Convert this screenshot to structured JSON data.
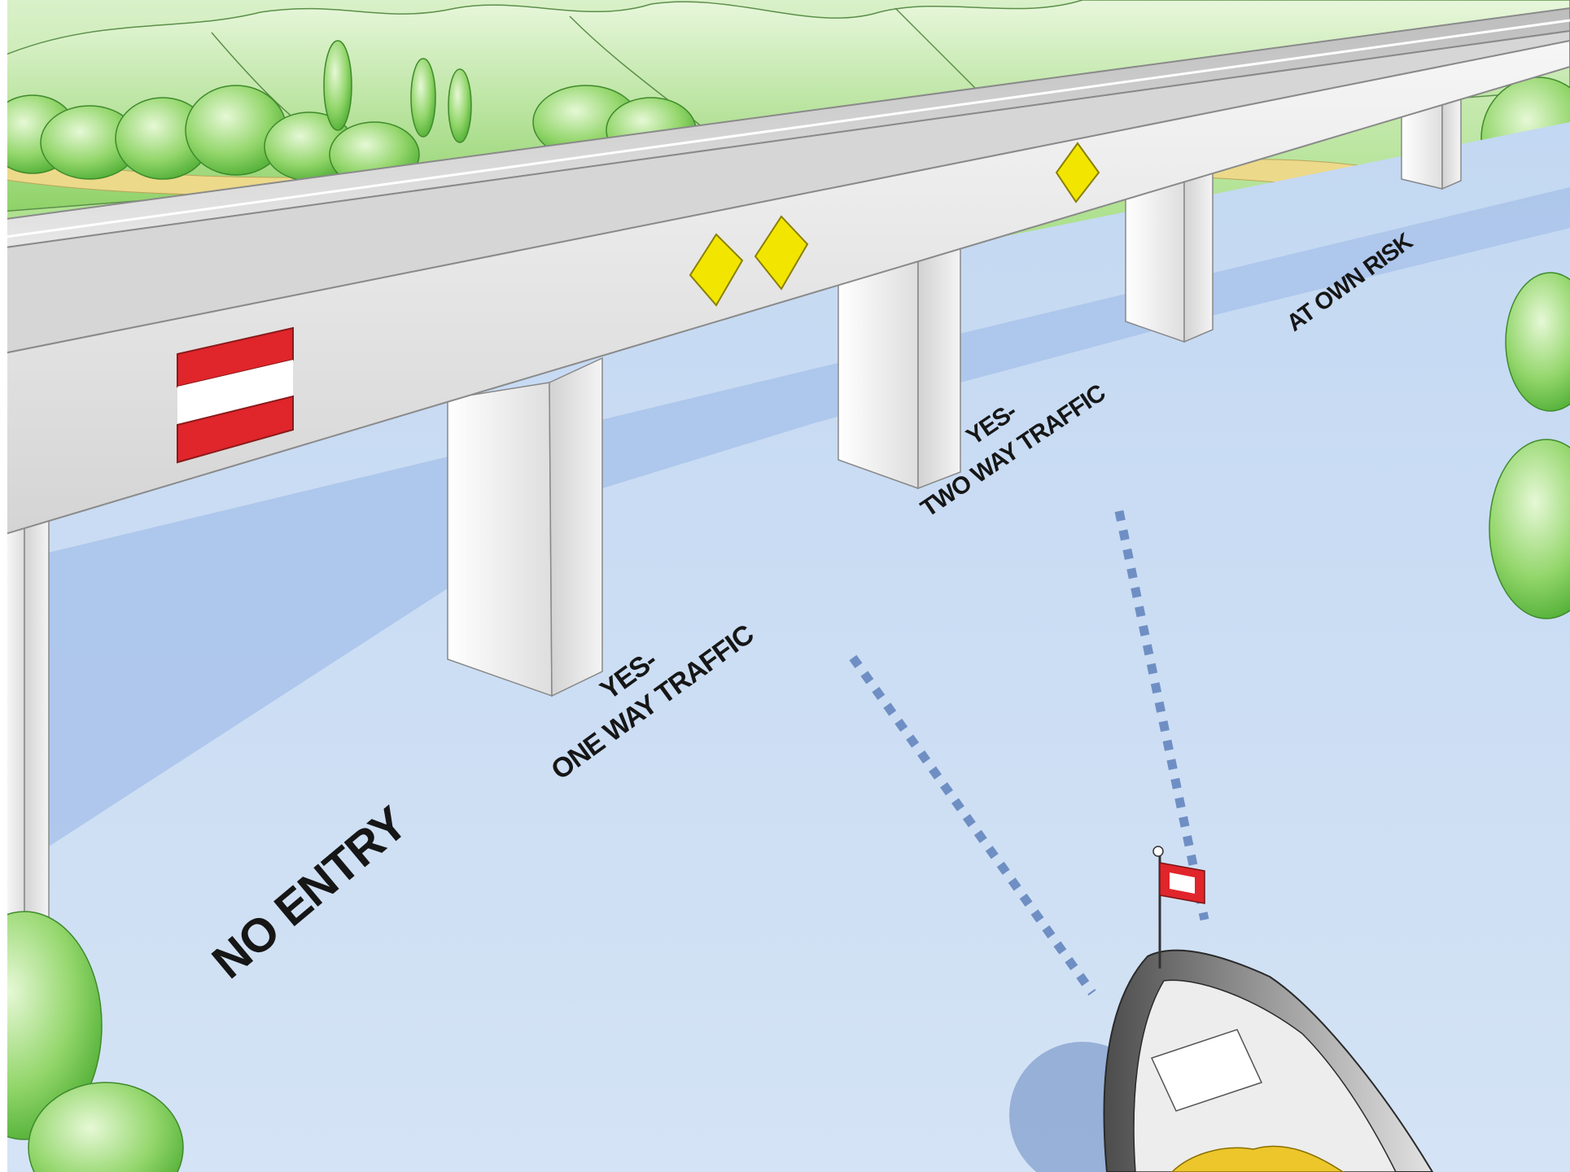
{
  "zones": [
    {
      "id": "no-entry",
      "lines": [
        "NO ENTRY"
      ]
    },
    {
      "id": "one-way",
      "lines": [
        "YES-",
        "ONE WAY TRAFFIC"
      ]
    },
    {
      "id": "two-way",
      "lines": [
        "YES-",
        "TWO WAY TRAFFIC"
      ]
    },
    {
      "id": "own-risk",
      "lines": [
        "AT OWN RISK"
      ]
    }
  ],
  "signs": {
    "prohibition": {
      "stripes": [
        "red",
        "white",
        "red"
      ],
      "colors": [
        "#e0252b",
        "#ffffff"
      ]
    },
    "recommended_passage_one_way": {
      "shape": "two-diamonds",
      "color": "#f2e600"
    },
    "recommended_passage_two_way": {
      "shape": "one-diamond",
      "color": "#f2e600"
    }
  },
  "vessel": {
    "flag_colors": [
      "#e0252b",
      "#ffffff"
    ]
  },
  "colors": {
    "water": "#cfe0f4",
    "water_shadow": "#a9c3ea",
    "bridge": "#eeeeee",
    "foliage": "#7ccf57",
    "sand": "#ecd98a",
    "route_line": "#6f8fc4"
  }
}
